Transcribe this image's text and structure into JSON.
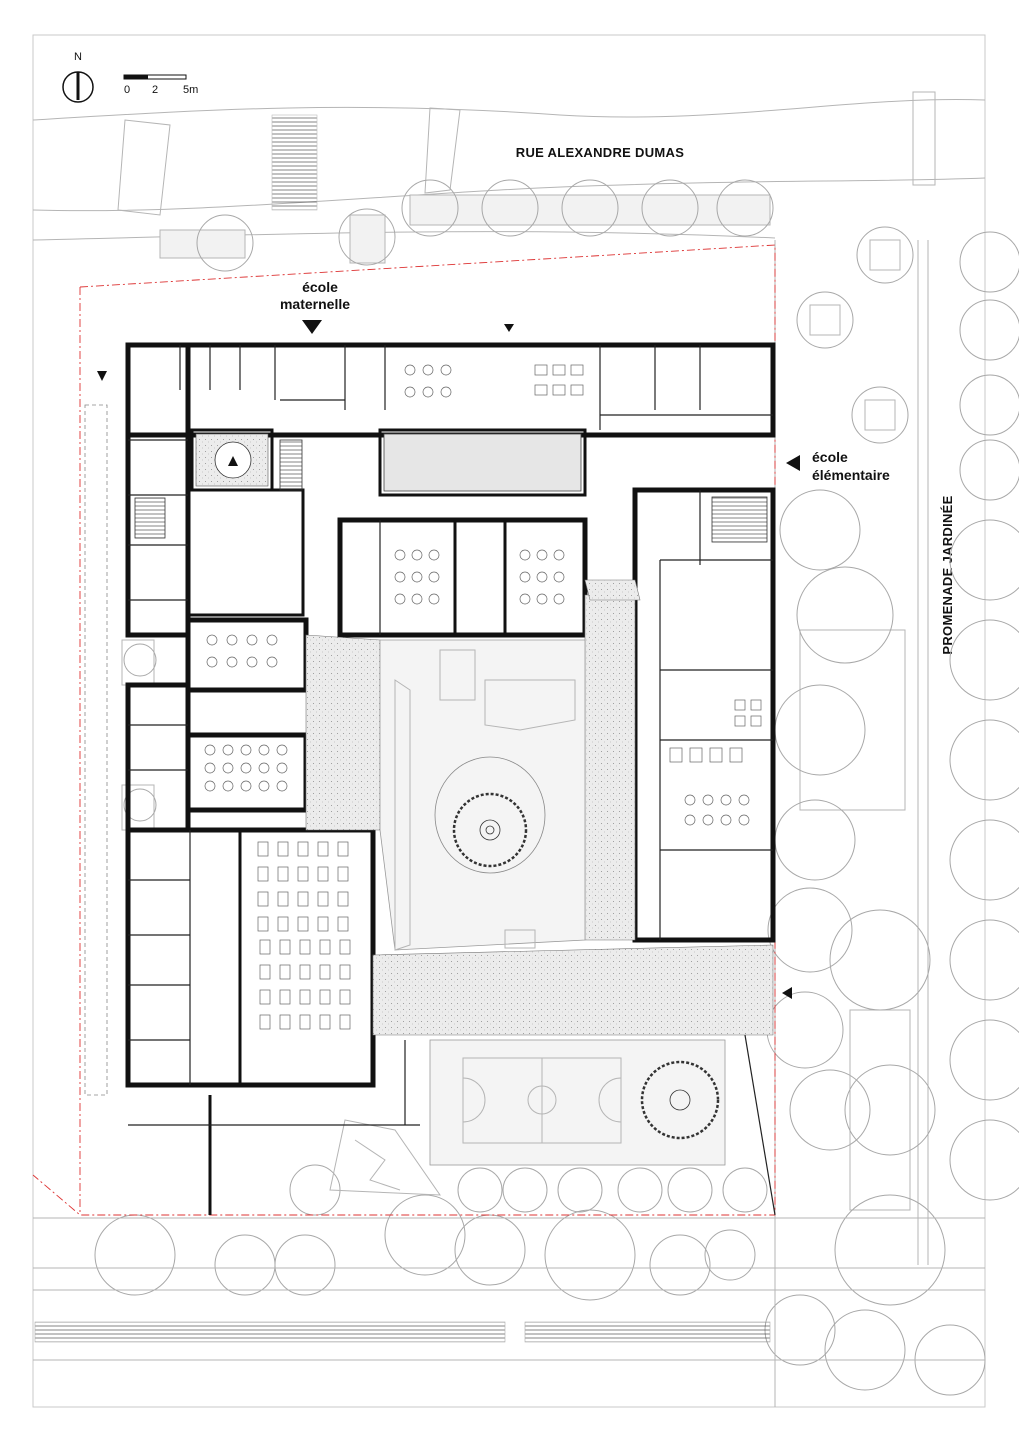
{
  "north": {
    "label": "N"
  },
  "scale_bar": {
    "tick_labels": [
      "0",
      "2",
      "5m"
    ]
  },
  "streets": {
    "north": "RUE ALEXANDRE DUMAS",
    "east": "PROMENADE JARDINÉE"
  },
  "entrances": {
    "maternelle": {
      "line1": "école",
      "line2": "maternelle"
    },
    "elementaire": {
      "line1": "école",
      "line2": "élémentaire"
    }
  },
  "colors": {
    "walls": "#111111",
    "context": "#b5b5b5",
    "plot_boundary": "#dd3333",
    "background": "#ffffff"
  },
  "icons": [
    "north-arrow-icon",
    "entrance-arrow-icon",
    "tree-icon",
    "sports-court"
  ]
}
